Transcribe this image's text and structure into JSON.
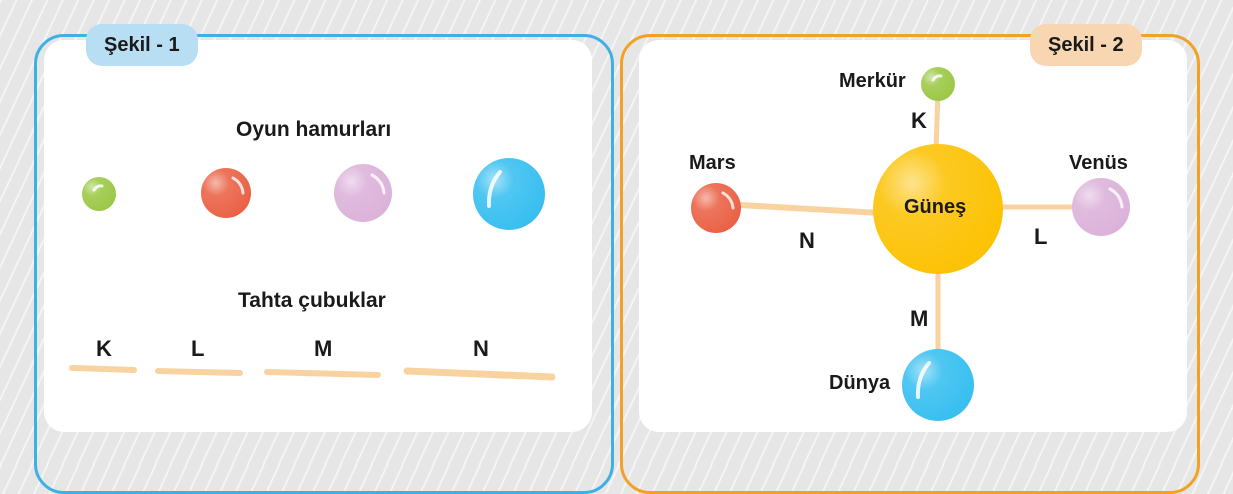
{
  "figure1": {
    "title": "Şekil - 1",
    "dough_heading": "Oyun hamurları",
    "sticks_heading": "Tahta çubuklar",
    "dough_colors": [
      "#9cc846",
      "#ea6246",
      "#dcb2da",
      "#38bff0"
    ],
    "sticks": [
      {
        "label": "K"
      },
      {
        "label": "L"
      },
      {
        "label": "M"
      },
      {
        "label": "N"
      }
    ]
  },
  "figure2": {
    "title": "Şekil - 2",
    "center": {
      "name": "Güneş",
      "color": "#fcc204"
    },
    "planets": [
      {
        "name": "Merkür",
        "stick": "K",
        "color": "#9cc846"
      },
      {
        "name": "Venüs",
        "stick": "L",
        "color": "#dcb2da"
      },
      {
        "name": "Dünya",
        "stick": "M",
        "color": "#38bff0"
      },
      {
        "name": "Mars",
        "stick": "N",
        "color": "#ea6246"
      }
    ]
  },
  "colors": {
    "frame1": "#3fb0e4",
    "frame2": "#f0a226",
    "stick": "#f8d3a0"
  }
}
